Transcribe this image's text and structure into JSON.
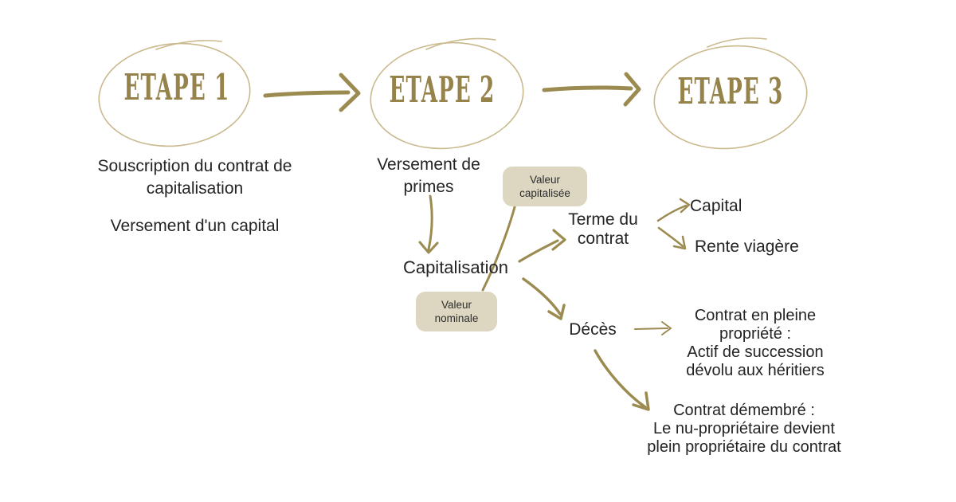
{
  "colors": {
    "accent_gold": "#9c8b51",
    "etape_text_gold": "#95834b",
    "ellipse_stroke": "#cbb98e",
    "badge_background": "#ddd7c1",
    "body_text": "#242424",
    "background": "#ffffff"
  },
  "steps": [
    {
      "label": "ETAPE 1"
    },
    {
      "label": "ETAPE 2"
    },
    {
      "label": "ETAPE 3"
    }
  ],
  "step1_block": {
    "lines": [
      "Souscription du contrat de",
      "capitalisation"
    ],
    "second": "Versement d'un capital"
  },
  "step2_block": {
    "versement_lines": [
      "Versement de",
      "primes"
    ],
    "capitalisation": "Capitalisation"
  },
  "badges": {
    "capitalisee": [
      "Valeur",
      "capitalisée"
    ],
    "nominale": [
      "Valeur",
      "nominale"
    ]
  },
  "terme_block": {
    "lines": [
      "Terme du",
      "contrat"
    ],
    "capital": "Capital",
    "rente": "Rente viagère"
  },
  "deces_block": {
    "label": "Décès",
    "pleine_lines": [
      "Contrat en pleine",
      "propriété :",
      "Actif de succession",
      "dévolu aux héritiers"
    ],
    "demembre_lines": [
      "Contrat démembré :",
      "Le nu-propriétaire devient",
      "plein propriétaire du contrat"
    ]
  }
}
